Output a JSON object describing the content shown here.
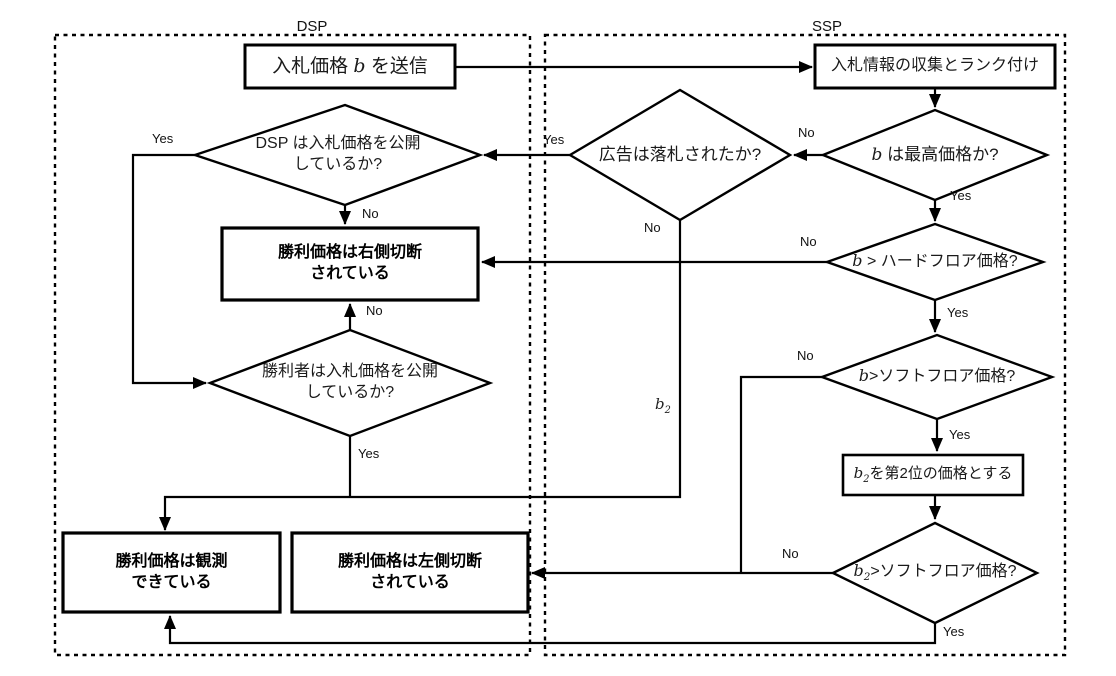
{
  "lanes": {
    "dsp": "DSP",
    "ssp": "SSP"
  },
  "nodes": {
    "send_bid": {
      "prefix": "入札価格 ",
      "var": "b",
      "suffix": " を送信"
    },
    "collect_rank": {
      "text": "入札情報の収集とランク付け"
    },
    "b_highest": {
      "var": "b",
      "suffix": " は最高価格か?"
    },
    "ad_won": {
      "text": "広告は落札されたか?"
    },
    "dsp_discloses": {
      "line1": "DSP は入札価格を公開",
      "line2": "しているか?"
    },
    "right_censored": {
      "line1": "勝利価格は右側切断",
      "line2": "されている"
    },
    "hard_floor": {
      "var": "b",
      "suffix": " > ハードフロア価格?"
    },
    "winner_discloses": {
      "line1": "勝利者は入札価格を公開",
      "line2": "しているか?"
    },
    "soft_floor_b": {
      "var": "b",
      "suffix": ">ソフトフロア価格?"
    },
    "second_price": {
      "var": "b",
      "sub": "2",
      "suffix": "を第2位の価格とする"
    },
    "soft_floor_b2": {
      "var": "b",
      "sub": "2",
      "suffix": ">ソフトフロア価格?"
    },
    "observed": {
      "line1": "勝利価格は観測",
      "line2": "できている"
    },
    "left_censored": {
      "line1": "勝利価格は左側切断",
      "line2": "されている"
    }
  },
  "edge_labels": {
    "dsp_discloses_yes": "Yes",
    "dsp_discloses_no": "No",
    "ad_won_yes": "Yes",
    "ad_won_no": "No",
    "b_highest_no": "No",
    "b_highest_yes": "Yes",
    "hard_floor_no": "No",
    "hard_floor_yes": "Yes",
    "soft_floor_b_no": "No",
    "soft_floor_b_yes": "Yes",
    "winner_discloses_no": "No",
    "winner_discloses_yes": "Yes",
    "soft_floor_b2_no": "No",
    "soft_floor_b2_yes": "Yes",
    "b2_line": {
      "var": "b",
      "sub": "2"
    }
  },
  "colors": {
    "line": "#000000",
    "text": "#1a1a1a",
    "background": "#ffffff"
  }
}
